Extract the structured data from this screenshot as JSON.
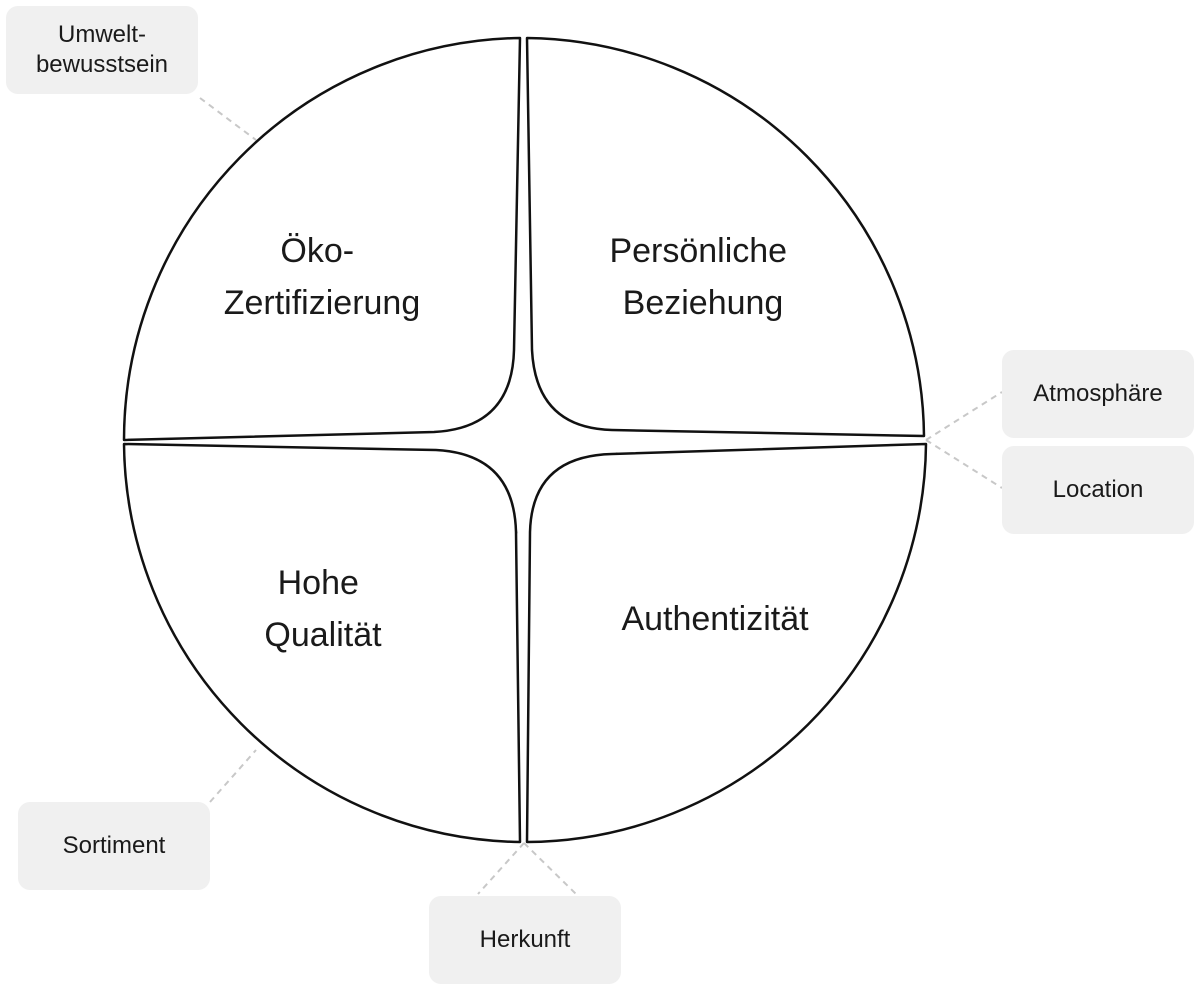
{
  "quadrants": {
    "top_left": [
      "Öko-",
      "Zertifizierung"
    ],
    "top_right": [
      "Persönliche",
      "Beziehung"
    ],
    "bottom_left": [
      "Hohe",
      "Qualität"
    ],
    "bottom_right": [
      "Authentizität"
    ]
  },
  "factors": {
    "umweltbewusstsein": [
      "Umwelt-",
      "bewusstsein"
    ],
    "atmosphaere": "Atmosphäre",
    "location": "Location",
    "sortiment": "Sortiment",
    "herkunft": "Herkunft"
  },
  "colors": {
    "box_fill": "#f0f0f0",
    "outline": "#111111",
    "connector": "#c8c8c8",
    "arrow_dark": "#6e6e6e",
    "arrow_light": "#d9d9d9"
  }
}
